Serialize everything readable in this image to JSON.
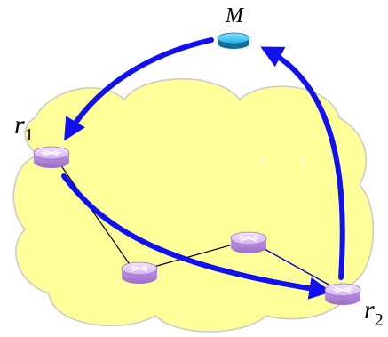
{
  "nodes": {
    "m": {
      "label": "M",
      "kind": "server"
    },
    "r1": {
      "label": "r",
      "subscript": "1",
      "kind": "router"
    },
    "r2": {
      "label": "r",
      "subscript": "2",
      "kind": "router"
    },
    "router_mid": {
      "kind": "router"
    },
    "router_left": {
      "kind": "router"
    }
  },
  "colors": {
    "cloud_fill": "#ffff99",
    "cloud_stroke": "#c8c8c8",
    "arrow": "#1010f0",
    "thin_link": "#000000",
    "thin_link_blue": "#0000cc",
    "router_body": "#c8a0e8",
    "server_body": "#1fa8d8"
  },
  "icons": {
    "router": "router-icon",
    "server": "server-icon"
  }
}
